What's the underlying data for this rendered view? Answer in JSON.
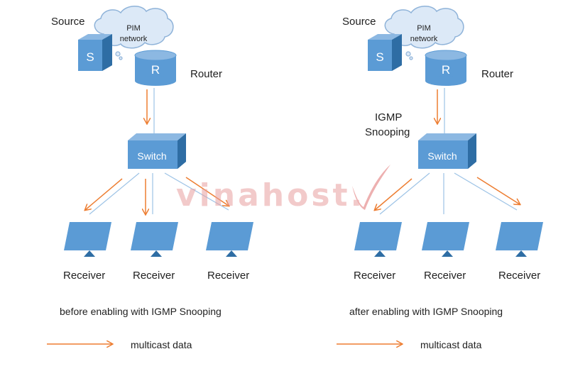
{
  "panels": [
    {
      "source_label": "Source",
      "cloud_label_line1": "PIM",
      "cloud_label_line2": "network",
      "source_box": "S",
      "router_box": "R",
      "router_label": "Router",
      "switch_label": "Switch",
      "receivers": [
        "Receiver",
        "Receiver",
        "Receiver"
      ],
      "caption": "before enabling with IGMP Snooping",
      "legend": "multicast data"
    },
    {
      "source_label": "Source",
      "cloud_label_line1": "PIM",
      "cloud_label_line2": "network",
      "source_box": "S",
      "router_box": "R",
      "router_label": "Router",
      "igmp_line1": "IGMP",
      "igmp_line2": "Snooping",
      "switch_label": "Switch",
      "receivers": [
        "Receiver",
        "Receiver",
        "Receiver"
      ],
      "caption": "after enabling with IGMP Snooping",
      "legend": "multicast data"
    }
  ],
  "watermark": "vinahost.",
  "colors": {
    "node_blue": "#5b9bd5",
    "node_dark": "#2e6da4",
    "link_blue": "#9dc3e6",
    "arrow_orange": "#ed7d31",
    "watermark": "#e8a0a0"
  }
}
